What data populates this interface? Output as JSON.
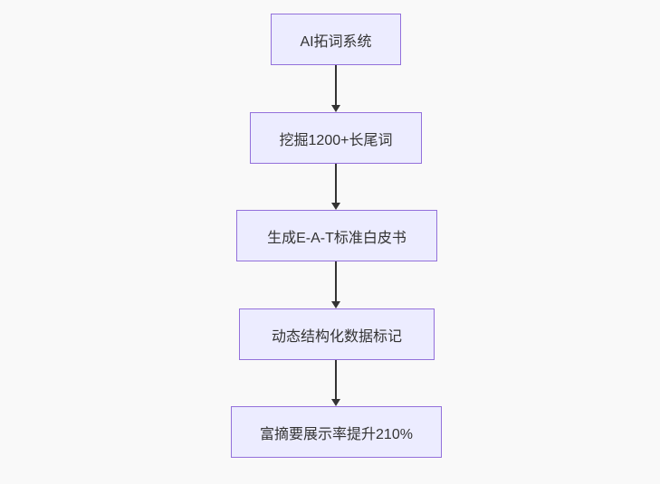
{
  "diagram": {
    "type": "flowchart-top-down",
    "colors": {
      "background": "#f9f9f9",
      "node_fill": "#ECECFF",
      "node_border": "#9370DB",
      "text": "#333333",
      "arrow": "#333333"
    },
    "nodes": [
      {
        "id": "A",
        "label": "AI拓词系统"
      },
      {
        "id": "B",
        "label": "挖掘1200+长尾词"
      },
      {
        "id": "C",
        "label": "生成E-A-T标准白皮书"
      },
      {
        "id": "D",
        "label": "动态结构化数据标记"
      },
      {
        "id": "E",
        "label": "富摘要展示率提升210%"
      }
    ],
    "edges": [
      {
        "from": "A",
        "to": "B"
      },
      {
        "from": "B",
        "to": "C"
      },
      {
        "from": "C",
        "to": "D"
      },
      {
        "from": "D",
        "to": "E"
      }
    ]
  }
}
